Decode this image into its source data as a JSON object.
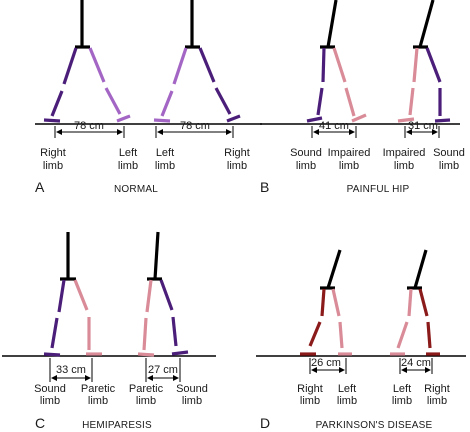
{
  "colors": {
    "black": "#000000",
    "dark_purple": "#4b1e7a",
    "light_purple": "#a366c4",
    "pink": "#d98b98",
    "dark_red": "#8b1a1a",
    "ground": "#000000"
  },
  "panels": [
    {
      "letter": "A",
      "caption": "NORMAL",
      "distances": [
        "78 cm",
        "78 cm"
      ],
      "limb_labels": [
        [
          "Right",
          "limb"
        ],
        [
          "Left",
          "limb"
        ],
        [
          "Left",
          "limb"
        ],
        [
          "Right",
          "limb"
        ]
      ]
    },
    {
      "letter": "B",
      "caption": "PAINFUL HIP",
      "distances": [
        "41 cm",
        "31 cm"
      ],
      "limb_labels": [
        [
          "Sound",
          "limb"
        ],
        [
          "Impaired",
          "limb"
        ],
        [
          "Impaired",
          "limb"
        ],
        [
          "Sound",
          "limb"
        ]
      ]
    },
    {
      "letter": "C",
      "caption": "HEMIPARESIS",
      "distances": [
        "33 cm",
        "27 cm"
      ],
      "limb_labels": [
        [
          "Sound",
          "limb"
        ],
        [
          "Paretic",
          "limb"
        ],
        [
          "Paretic",
          "limb"
        ],
        [
          "Sound",
          "limb"
        ]
      ]
    },
    {
      "letter": "D",
      "caption": "PARKINSON'S DISEASE",
      "distances": [
        "26 cm",
        "24 cm"
      ],
      "limb_labels": [
        [
          "Right",
          "limb"
        ],
        [
          "Left",
          "limb"
        ],
        [
          "Left",
          "limb"
        ],
        [
          "Right",
          "limb"
        ]
      ]
    }
  ]
}
